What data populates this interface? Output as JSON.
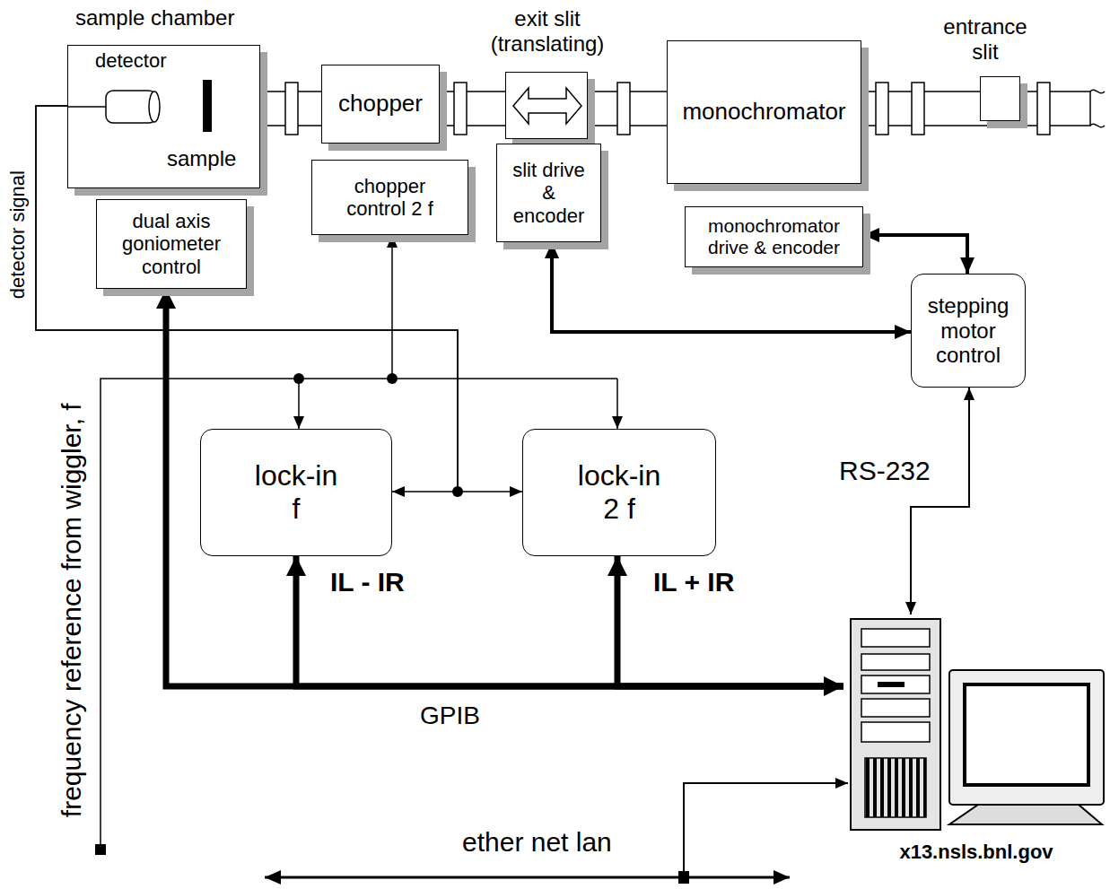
{
  "diagram": {
    "nodes": [
      {
        "text": [
          "sample chamber",
          "detector",
          "sample"
        ]
      },
      {
        "text": [
          "dual axis goniometer control"
        ]
      },
      {
        "text": [
          "chopper"
        ]
      },
      {
        "text": [
          "chopper control 2 f"
        ]
      },
      {
        "text": [
          "exit slit (translating)"
        ]
      },
      {
        "text": [
          "slit drive & encoder"
        ]
      },
      {
        "text": [
          "monochromator"
        ]
      },
      {
        "text": [
          "monochromator drive & encoder"
        ]
      },
      {
        "text": [
          "entrance slit"
        ]
      },
      {
        "text": [
          "stepping motor control"
        ]
      },
      {
        "text": [
          "lock-in f"
        ]
      },
      {
        "text": [
          "lock-in 2 f"
        ]
      },
      {
        "text": [
          "x13.nsls.bnl.gov"
        ]
      }
    ],
    "edges": [
      {
        "from": 1,
        "to": 12,
        "arrow": "both",
        "label": "GPIB"
      },
      {
        "from": 12,
        "to": 10,
        "arrow": "to"
      },
      {
        "from": 12,
        "to": 11,
        "arrow": "to"
      },
      {
        "from": 9,
        "to": 7,
        "arrow": "both"
      },
      {
        "from": 5,
        "to": 9,
        "arrow": "both"
      },
      {
        "from": 12,
        "to": 9,
        "arrow": "both",
        "label": "RS-232"
      },
      {
        "from": 0,
        "to": 10,
        "arrow": "to"
      },
      {
        "from": 0,
        "to": 11,
        "arrow": "to"
      }
    ],
    "labels": [
      "detector signal",
      "frequency reference from wiggler, f",
      "IL - IR",
      "IL + IR",
      "ether net lan"
    ]
  }
}
